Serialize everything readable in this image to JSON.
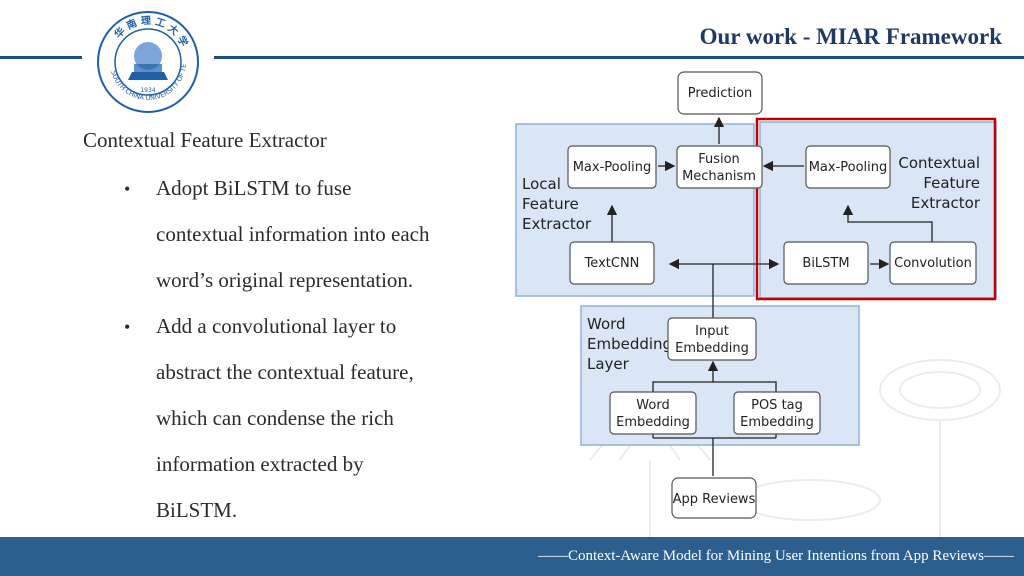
{
  "header": {
    "title": "Our work - MIAR Framework",
    "logo_text": "华南理工大学 SOUTH CHINA UNIVERSITY OF TECHNOLOGY 1934"
  },
  "content": {
    "section_title": "Contextual Feature Extractor",
    "bullets": [
      [
        "Adopt BiLSTM to fuse",
        "contextual information into each",
        "word’s original representation."
      ],
      [
        "Add a convolutional layer to",
        "abstract the contextual feature,",
        "which can condense the rich",
        "information extracted by",
        "BiLSTM."
      ]
    ]
  },
  "diagram": {
    "nodes": {
      "prediction": "Prediction",
      "fusion_1": "Fusion",
      "fusion_2": "Mechanism",
      "maxpool_left": "Max-Pooling",
      "maxpool_right": "Max-Pooling",
      "textcnn": "TextCNN",
      "bilstm": "BiLSTM",
      "convolution": "Convolution",
      "input_emb_1": "Input",
      "input_emb_2": "Embedding",
      "word_emb_1": "Word",
      "word_emb_2": "Embedding",
      "pos_emb_1": "POS tag",
      "pos_emb_2": "Embedding",
      "app_reviews": "App Reviews"
    },
    "groups": {
      "local_1": "Local",
      "local_2": "Feature",
      "local_3": "Extractor",
      "contextual_1": "Contextual",
      "contextual_2": "Feature",
      "contextual_3": "Extractor",
      "word_layer_1": "Word",
      "word_layer_2": "Embedding",
      "word_layer_3": "Layer"
    },
    "colors": {
      "group_fill": "#dae6f5",
      "group_border": "#8fb0d8",
      "highlight": "#c00000",
      "node_border": "#555555"
    }
  },
  "footer": {
    "text": "——Context-Aware Model for Mining User Intentions from App Reviews——"
  }
}
